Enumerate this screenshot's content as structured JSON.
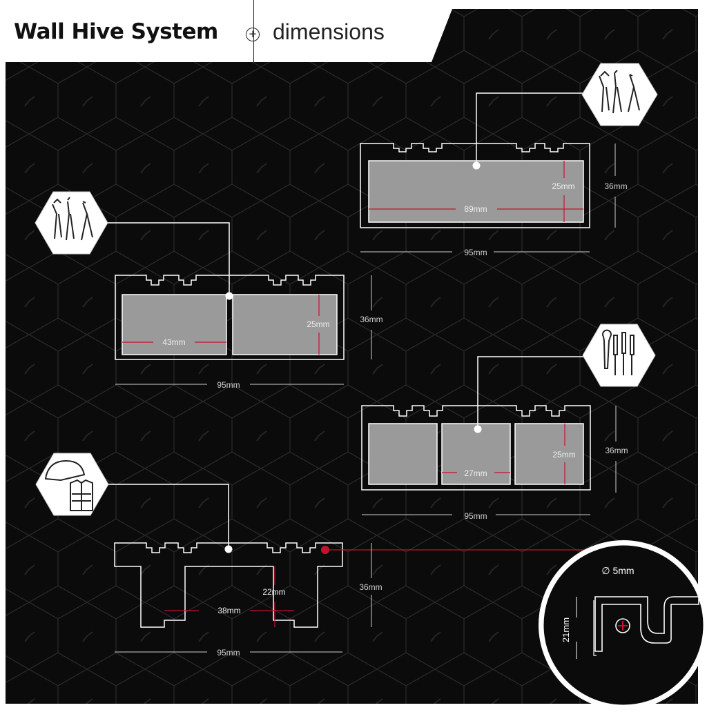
{
  "header": {
    "title": "Wall Hive System",
    "subtitle": "dimensions",
    "separator_icon": "circle-plus-icon"
  },
  "colors": {
    "background": "#0b0b0b",
    "hex_pattern": "#2b2b2b",
    "outline": "#ffffff",
    "bin_fill": "#9a9a9a",
    "accent_red": "#c8102e",
    "dimension_text": "#cfcfcf"
  },
  "modules": [
    {
      "id": "double",
      "icon": "pliers-icon",
      "inner_width": "43mm",
      "inner_height": "25mm",
      "outer_height": "36mm",
      "outer_width": "95mm"
    },
    {
      "id": "single",
      "icon": "pliers-icon",
      "inner_width": "89mm",
      "inner_height": "25mm",
      "outer_height": "36mm",
      "outer_width": "95mm"
    },
    {
      "id": "triple",
      "icon": "screwdriver-set-icon",
      "inner_width": "27mm",
      "inner_height": "25mm",
      "outer_height": "36mm",
      "outer_width": "95mm"
    },
    {
      "id": "hook",
      "icon": "helmet-vest-icon",
      "inner_width": "38mm",
      "inner_height": "22mm",
      "outer_height": "36mm",
      "outer_width": "95mm"
    }
  ],
  "detail": {
    "hole": "∅ 5mm",
    "height": "21mm"
  }
}
